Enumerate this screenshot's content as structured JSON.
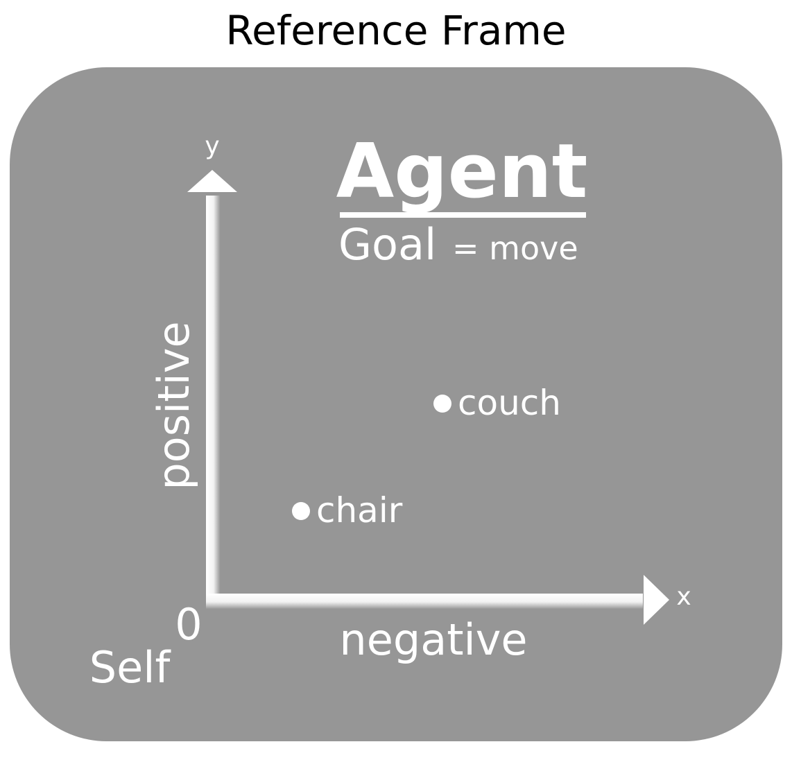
{
  "title": "Reference Frame",
  "agent": {
    "heading": "Agent",
    "goal_label": "Goal",
    "goal_value": "= move"
  },
  "axes": {
    "y_label": "y",
    "x_label": "x",
    "y_direction": "positive",
    "x_direction": "negative",
    "origin_label": "0",
    "origin_name": "Self"
  },
  "points": [
    {
      "label": "chair"
    },
    {
      "label": "couch"
    }
  ],
  "colors": {
    "panel": "#969696",
    "foreground": "#ffffff",
    "title": "#000000"
  }
}
